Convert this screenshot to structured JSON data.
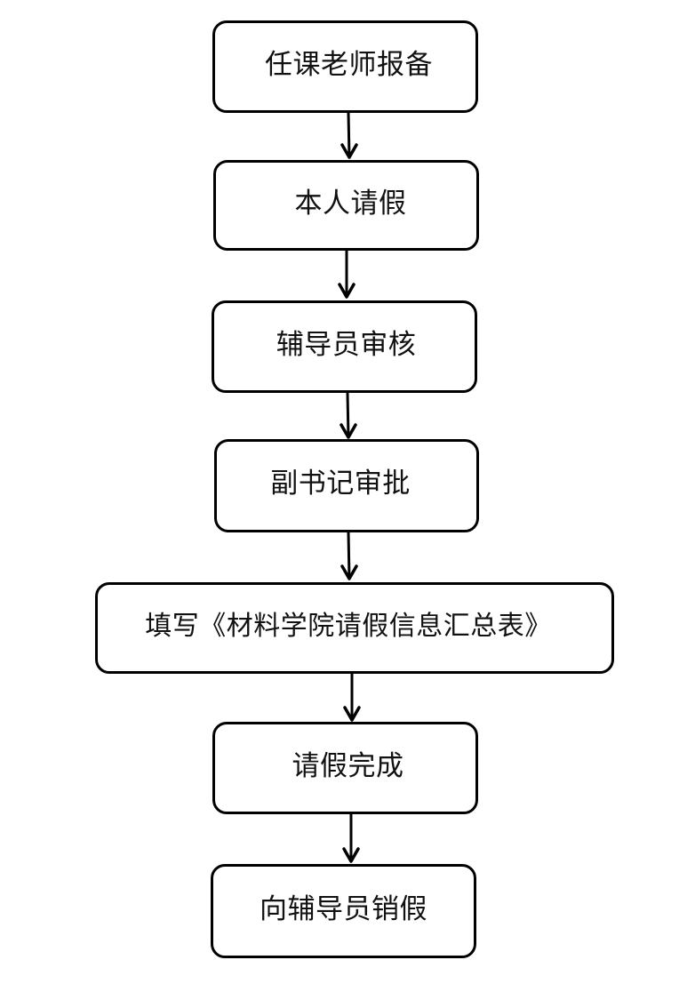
{
  "flowchart": {
    "steps": [
      {
        "label": "任课老师报备"
      },
      {
        "label": "本人请假"
      },
      {
        "label": "辅导员审核"
      },
      {
        "label": "副书记审批"
      },
      {
        "label": "填写《材料学院请假信息汇总表》"
      },
      {
        "label": "请假完成"
      },
      {
        "label": "向辅导员销假"
      }
    ],
    "colors": {
      "stroke": "#000000",
      "background": "#ffffff",
      "text": "#111111"
    }
  }
}
